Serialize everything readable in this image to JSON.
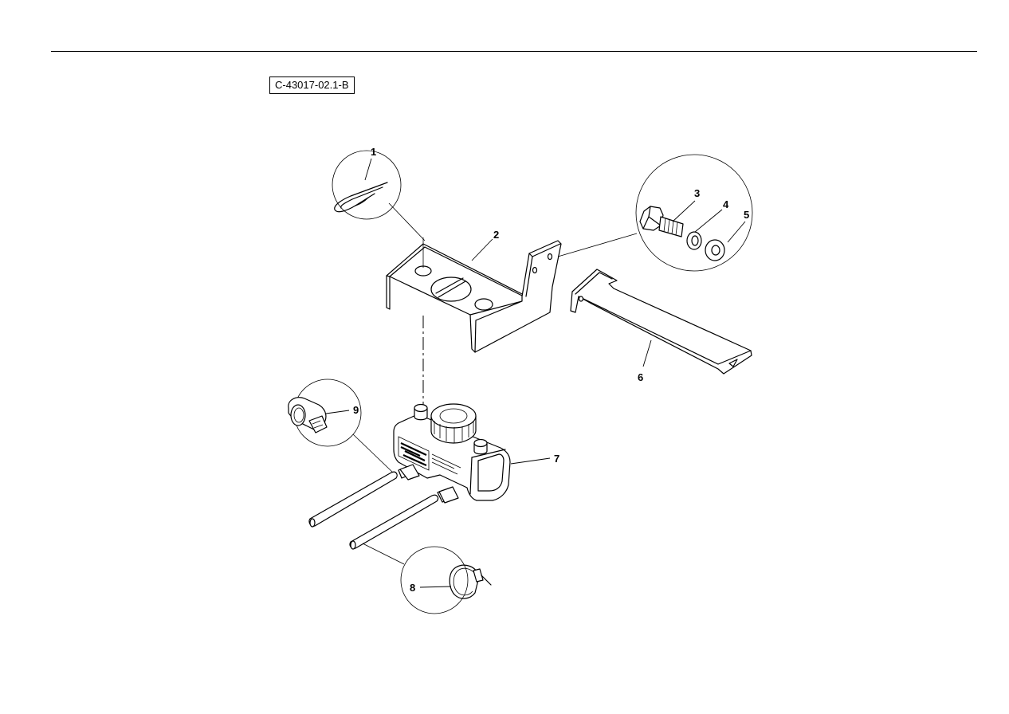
{
  "figure": {
    "id_label": "C-43017-02.1-B"
  },
  "callouts": {
    "c1": "1",
    "c2": "2",
    "c3": "3",
    "c4": "4",
    "c5": "5",
    "c6": "6",
    "c7": "7",
    "c8": "8",
    "c9": "9"
  }
}
